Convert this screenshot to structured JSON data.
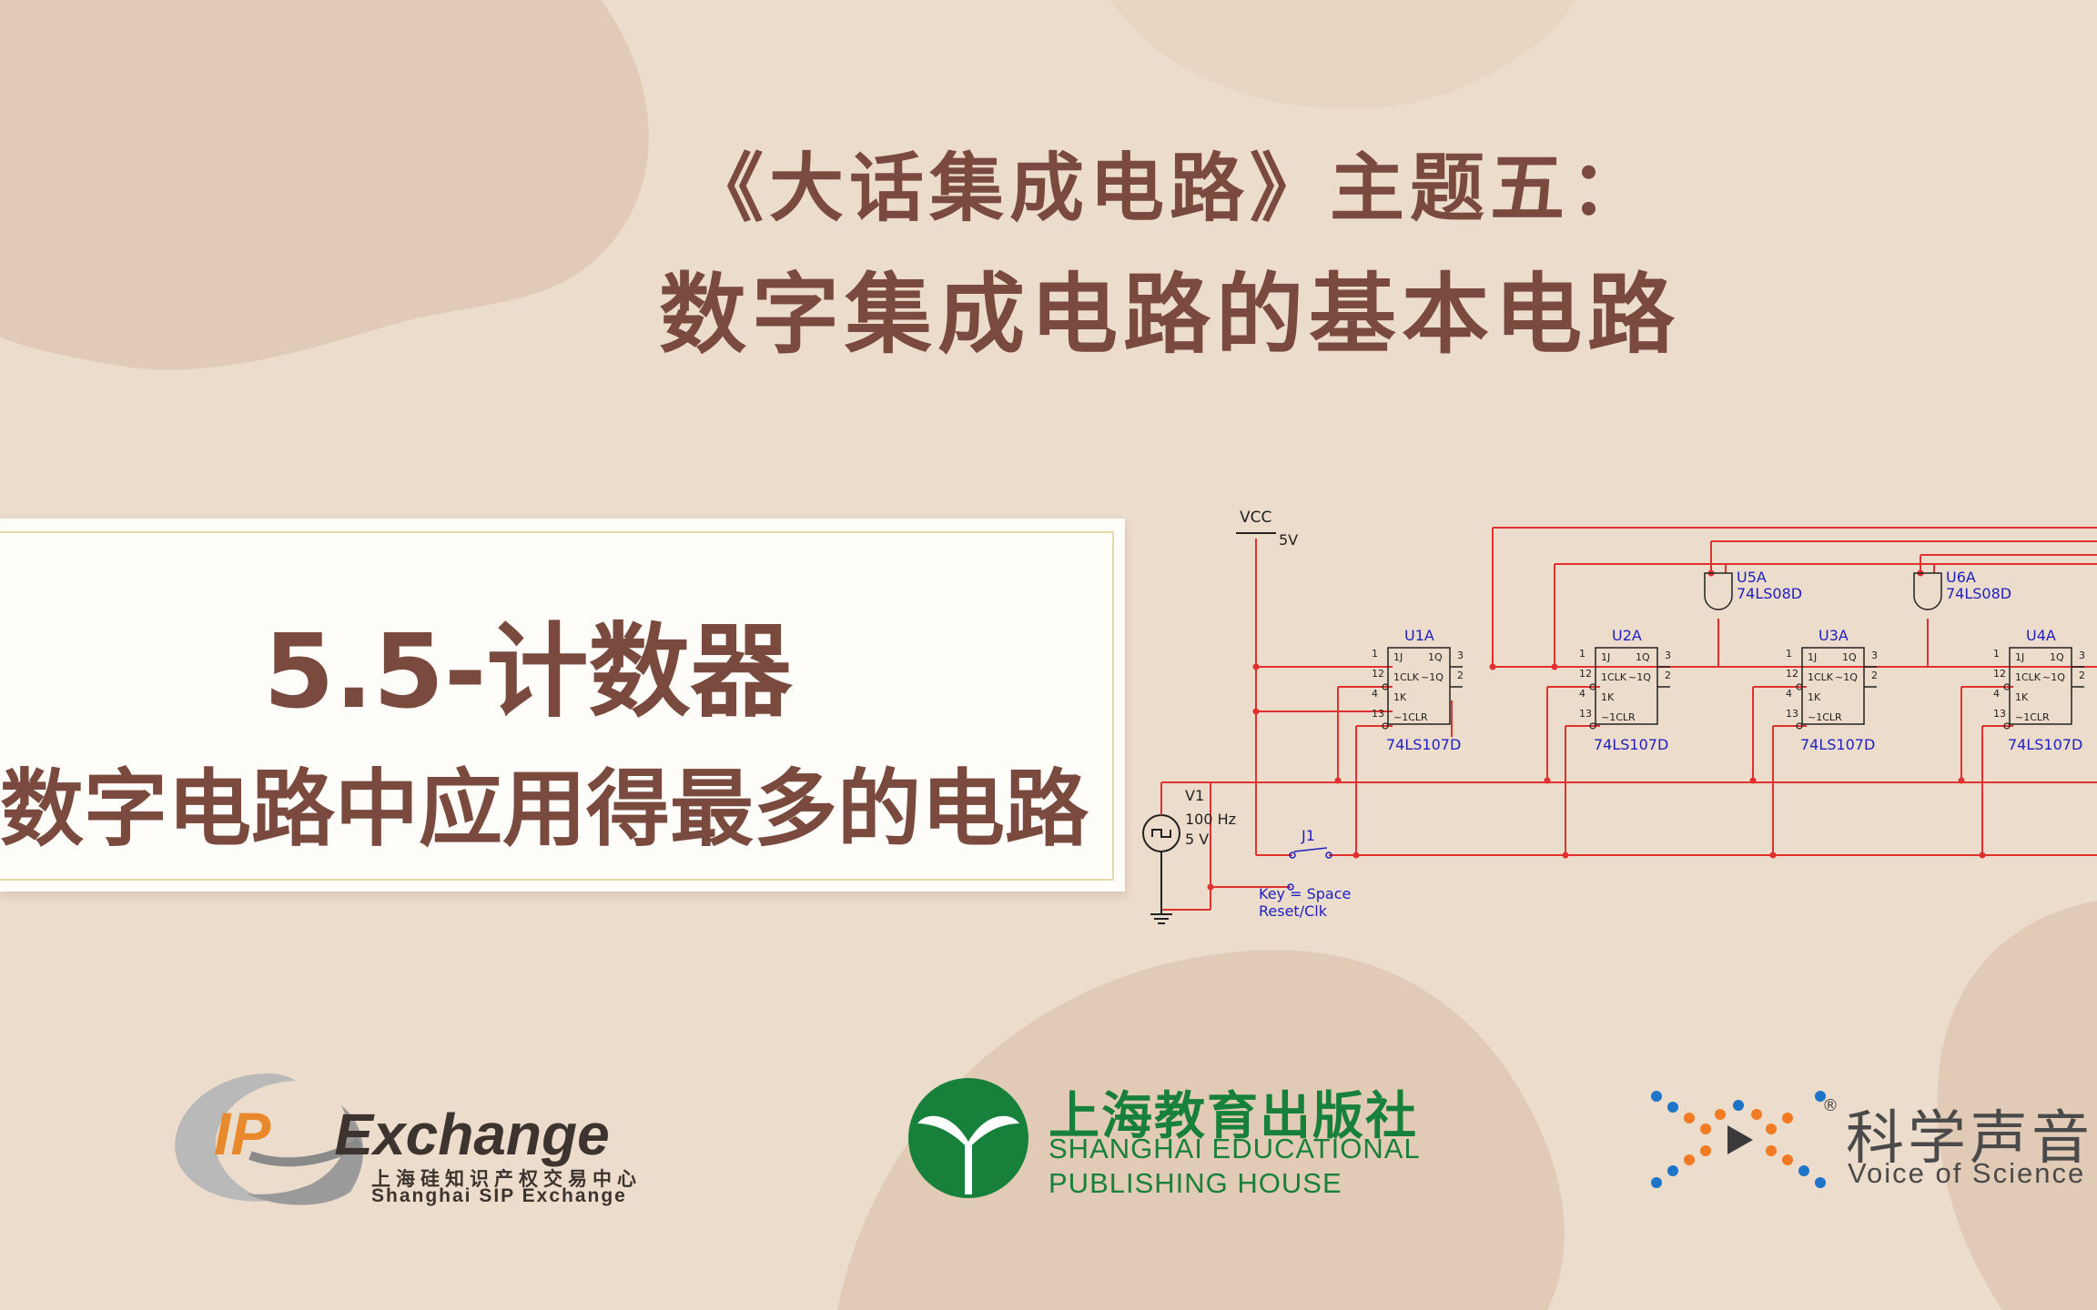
{
  "title": {
    "line1": "《大话集成电路》主题五：",
    "line2": "数字集成电路的基本电路"
  },
  "card": {
    "heading": "5.5-计数器",
    "subheading": "数字电路中应用得最多的电路"
  },
  "schematic": {
    "vcc": "VCC",
    "vcc_value": "5V",
    "source_name": "V1",
    "source_freq": "100 Hz",
    "source_volt": "5 V",
    "switch_name": "J1",
    "switch_key": "Key = Space",
    "switch_label": "Reset/Clk",
    "flipflops": [
      {
        "name": "U1A",
        "part": "74LS107D"
      },
      {
        "name": "U2A",
        "part": "74LS107D"
      },
      {
        "name": "U3A",
        "part": "74LS107D"
      },
      {
        "name": "U4A",
        "part": "74LS107D"
      }
    ],
    "gates": [
      {
        "name": "U5A",
        "part": "74LS08D"
      },
      {
        "name": "U6A",
        "part": "74LS08D"
      }
    ],
    "ff_pins": {
      "j": "1J",
      "clk": "1CLK",
      "k": "1K",
      "clr": "~1CLR",
      "q": "1Q",
      "qn": "~1Q",
      "n_j": "1",
      "n_clk": "12",
      "n_k": "4",
      "n_clr": "13",
      "n_q": "3",
      "n_qn": "2"
    }
  },
  "logos": {
    "ip_mark": "IP",
    "ip_name": "Exchange",
    "ip_cn": "上海硅知识产权交易中心",
    "ip_en": "Shanghai SIP Exchange",
    "publisher_cn": "上海教育出版社",
    "publisher_en1": "SHANGHAI EDUCATIONAL",
    "publisher_en2": "PUBLISHING HOUSE",
    "vos_cn": "科学声音",
    "vos_en": "Voice of Science",
    "vos_reg": "®"
  },
  "colors": {
    "background": "#ecdccb",
    "title": "#7a4a3e",
    "wire": "#e03030",
    "component": "#2020c0",
    "publisher_green": "#17813b"
  }
}
